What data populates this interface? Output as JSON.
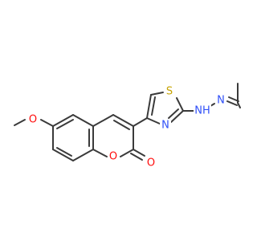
{
  "molecule": {
    "atom_labels": {
      "o_methoxy": "O",
      "o_ring": "O",
      "o_carbonyl": "O",
      "s_thiazole": "S",
      "n_thiazole": "N",
      "nh_hydrazone": "NH",
      "n_hydrazone": "N"
    },
    "colors": {
      "bond": "#3a3a3a",
      "oxygen": "#ff0d0d",
      "nitrogen": "#3050f8",
      "sulfur": "#c6a300"
    }
  }
}
